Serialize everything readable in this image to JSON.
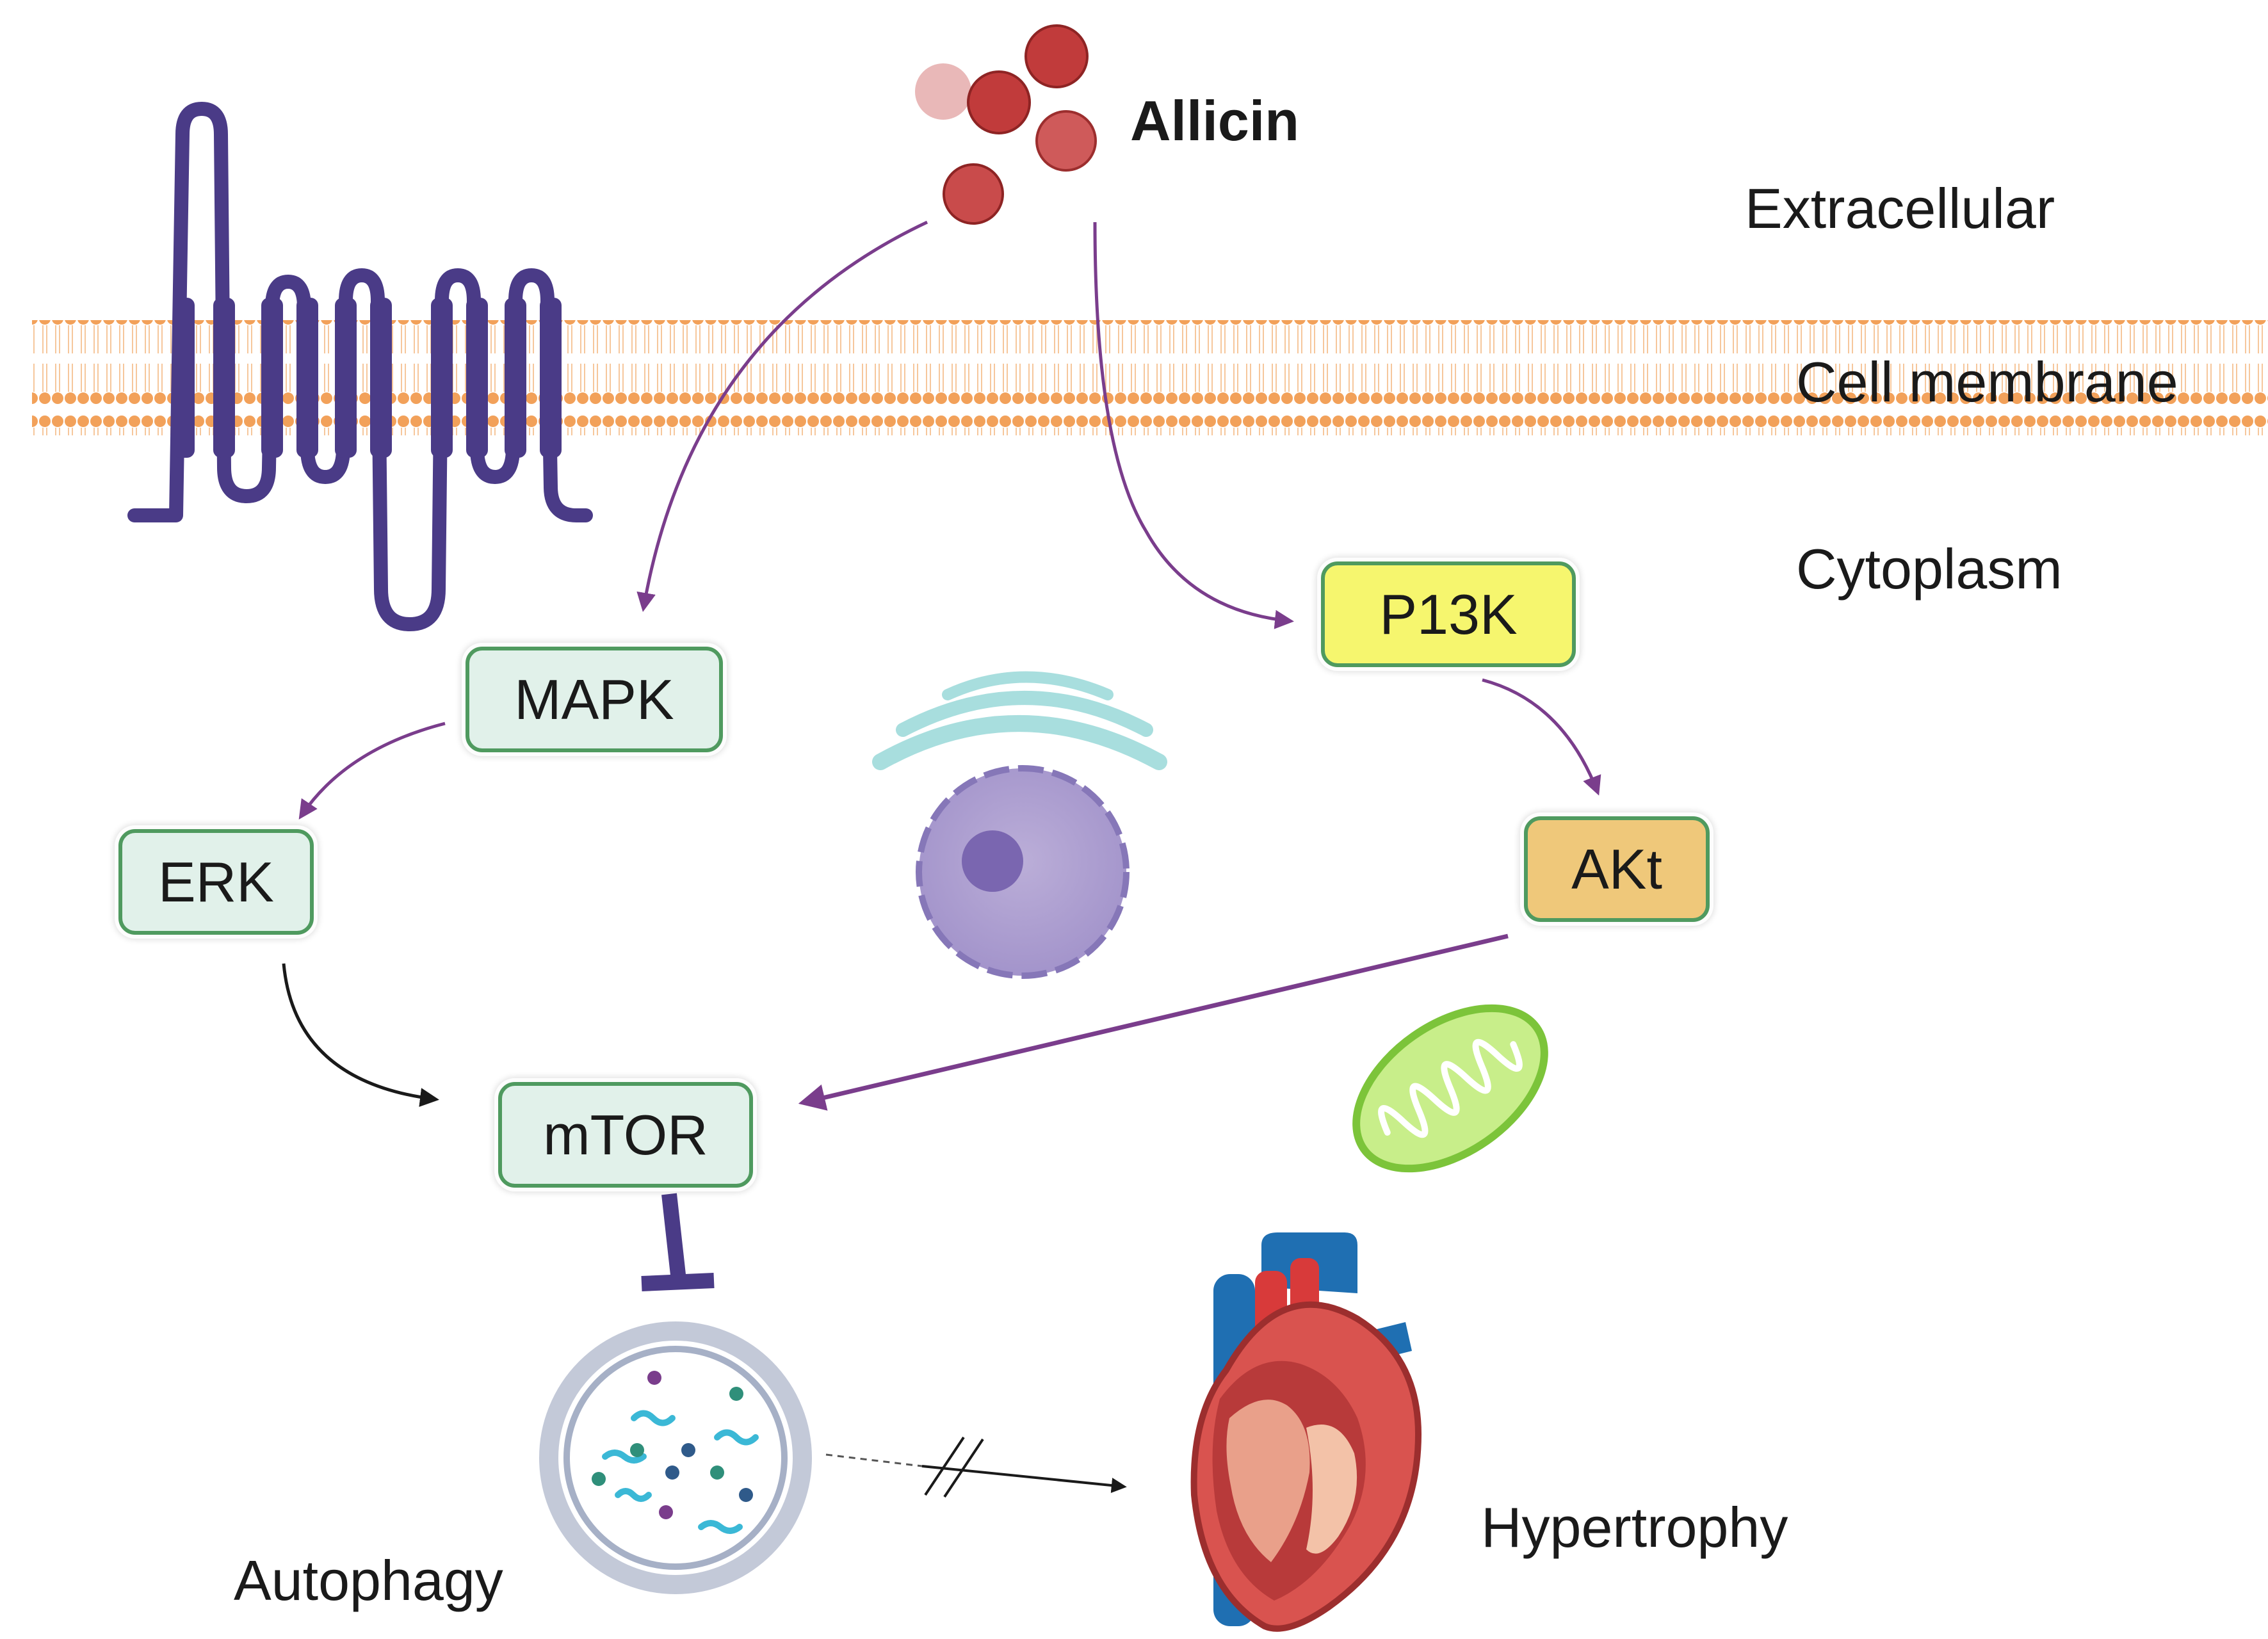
{
  "compound": {
    "label": "Allicin"
  },
  "regions": {
    "extracellular": "Extracellular",
    "membrane": "Cell membrane",
    "cytoplasm": "Cytoplasm"
  },
  "nodes": {
    "mapk": "MAPK",
    "erk": "ERK",
    "pi3k": "P13K",
    "akt": "AKt",
    "mtor": "mTOR"
  },
  "outcomes": {
    "autophagy": "Autophagy",
    "hypertrophy": "Hypertrophy"
  },
  "colors": {
    "activation_arrow": "#7a3d8c",
    "black_arrow": "#1a1a1a",
    "inhibition": "#4a3b87",
    "membrane": "#f2a15a",
    "receptor": "#4a3b87",
    "allicin": "#c0392b",
    "node_border": "#4f9a5f",
    "mapk_fill": "#e1f1ea",
    "pi3k_fill": "#f6f66e",
    "akt_fill": "#efc87a"
  }
}
